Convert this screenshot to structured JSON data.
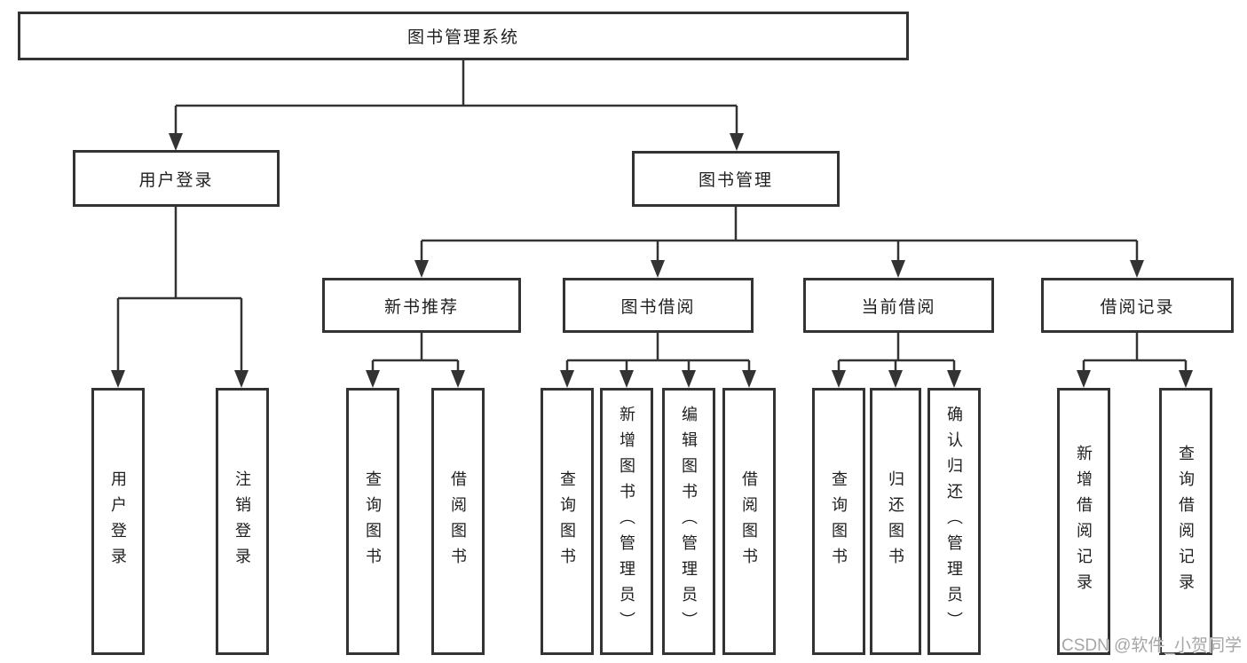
{
  "tree": {
    "root": "图书管理系统",
    "branches": [
      {
        "label": "用户登录",
        "leaves": [
          "用户登录",
          "注销登录"
        ]
      },
      {
        "label": "图书管理",
        "groups": [
          {
            "label": "新书推荐",
            "leaves": [
              "查询图书",
              "借阅图书"
            ]
          },
          {
            "label": "图书借阅",
            "leaves": [
              "查询图书",
              "新增图书（管理员）",
              "编辑图书（管理员）",
              "借阅图书"
            ]
          },
          {
            "label": "当前借阅",
            "leaves": [
              "查询图书",
              "归还图书",
              "确认归还（管理员）"
            ]
          },
          {
            "label": "借阅记录",
            "leaves": [
              "新增借阅记录",
              "查询借阅记录"
            ]
          }
        ]
      }
    ]
  },
  "watermark": "CSDN @软件_小贺同学",
  "colors": {
    "line": "#333333",
    "border": "#333333",
    "text": "#1f1f1f",
    "watermark": "#a6a6a6",
    "background": "#ffffff"
  }
}
